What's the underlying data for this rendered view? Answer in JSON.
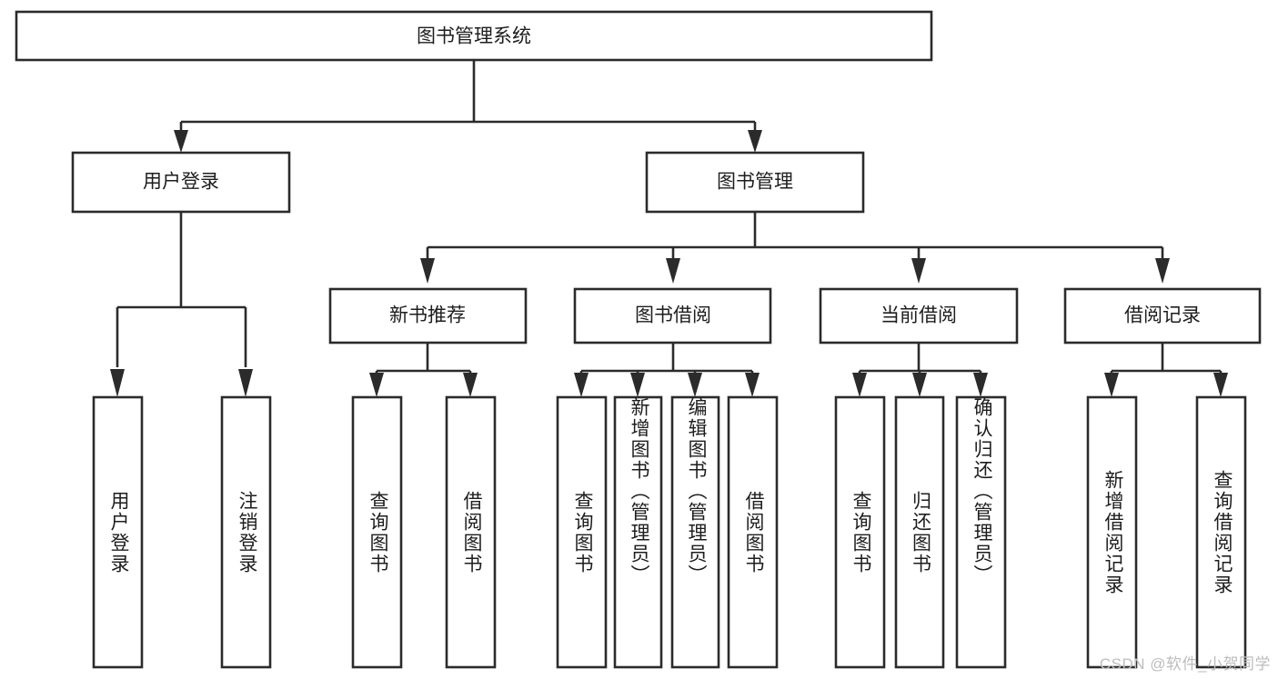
{
  "diagram": {
    "type": "tree-hierarchy",
    "title": "图书管理系统",
    "colors": {
      "box_stroke": "#2b2b2b",
      "box_fill": "#ffffff",
      "text": "#1d1d1d",
      "background": "#ffffff",
      "watermark": "#bdbdbd"
    },
    "root": {
      "label": "图书管理系统"
    },
    "level2": [
      {
        "label": "用户登录"
      },
      {
        "label": "图书管理"
      }
    ],
    "level3": [
      {
        "label": "新书推荐"
      },
      {
        "label": "图书借阅"
      },
      {
        "label": "当前借阅"
      },
      {
        "label": "借阅记录"
      }
    ],
    "leaves": {
      "user_login": [
        {
          "label": "用户登录"
        },
        {
          "label": "注销登录"
        }
      ],
      "new_book_recommend": [
        {
          "label": "查询图书"
        },
        {
          "label": "借阅图书"
        }
      ],
      "book_borrow": [
        {
          "label": "查询图书"
        },
        {
          "label": "新增图书（管理员）"
        },
        {
          "label": "编辑图书（管理员）"
        },
        {
          "label": "借阅图书"
        }
      ],
      "current_borrow": [
        {
          "label": "查询图书"
        },
        {
          "label": "归还图书"
        },
        {
          "label": "确认归还（管理员）"
        }
      ],
      "borrow_record": [
        {
          "label": "新增借阅记录"
        },
        {
          "label": "查询借阅记录"
        }
      ]
    },
    "watermark": "CSDN @软件_小贺同学"
  }
}
